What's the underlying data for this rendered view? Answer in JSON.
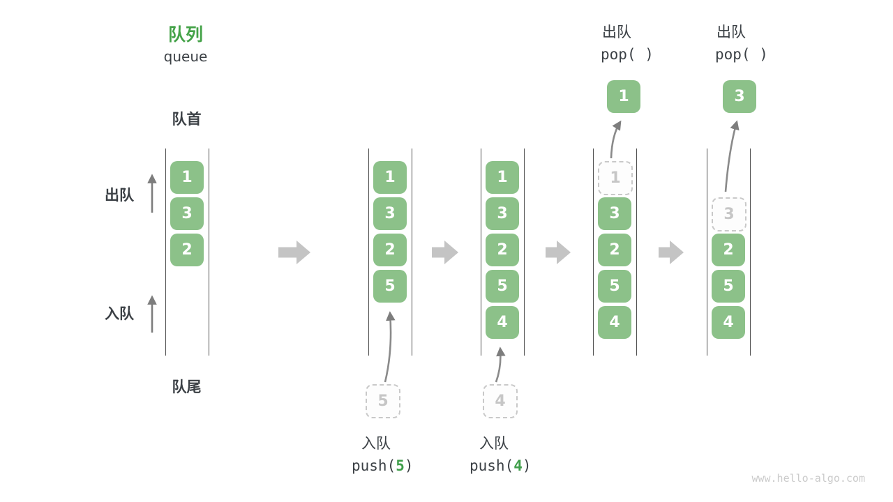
{
  "title": {
    "zh": "队列",
    "en": "queue"
  },
  "side_labels": {
    "front": "队首",
    "rear": "队尾",
    "dequeue": "出队",
    "enqueue": "入队"
  },
  "watermark": "www.hello-algo.com",
  "colors": {
    "box_green": "#8cc189",
    "title_green": "#44a248",
    "code_arg_green": "#3f9e4a",
    "ghost_gray": "#c9c9c9",
    "thin_arrow_gray": "#8a8a8a",
    "block_arrow_gray": "#c4c4c4",
    "text_dark": "#3b4045",
    "channel_line": "#4f4f4f"
  },
  "columns": [
    {
      "boxes": [
        "1",
        "3",
        "2"
      ]
    },
    {
      "boxes": [
        "1",
        "3",
        "2",
        "5"
      ]
    },
    {
      "boxes": [
        "1",
        "3",
        "2",
        "5",
        "4"
      ]
    },
    {
      "ghost": "1",
      "boxes": [
        "3",
        "2",
        "5",
        "4"
      ]
    },
    {
      "ghost": "3",
      "boxes": [
        "2",
        "5",
        "4"
      ]
    }
  ],
  "push_ops": [
    {
      "ghost_value": "5",
      "label": "入队",
      "fn": "push(",
      "arg": "5",
      "close": ")"
    },
    {
      "ghost_value": "4",
      "label": "入队",
      "fn": "push(",
      "arg": "4",
      "close": ")"
    }
  ],
  "pop_ops": [
    {
      "label": "出队",
      "code": "pop( )",
      "value": "1"
    },
    {
      "label": "出队",
      "code": "pop( )",
      "value": "3"
    }
  ]
}
